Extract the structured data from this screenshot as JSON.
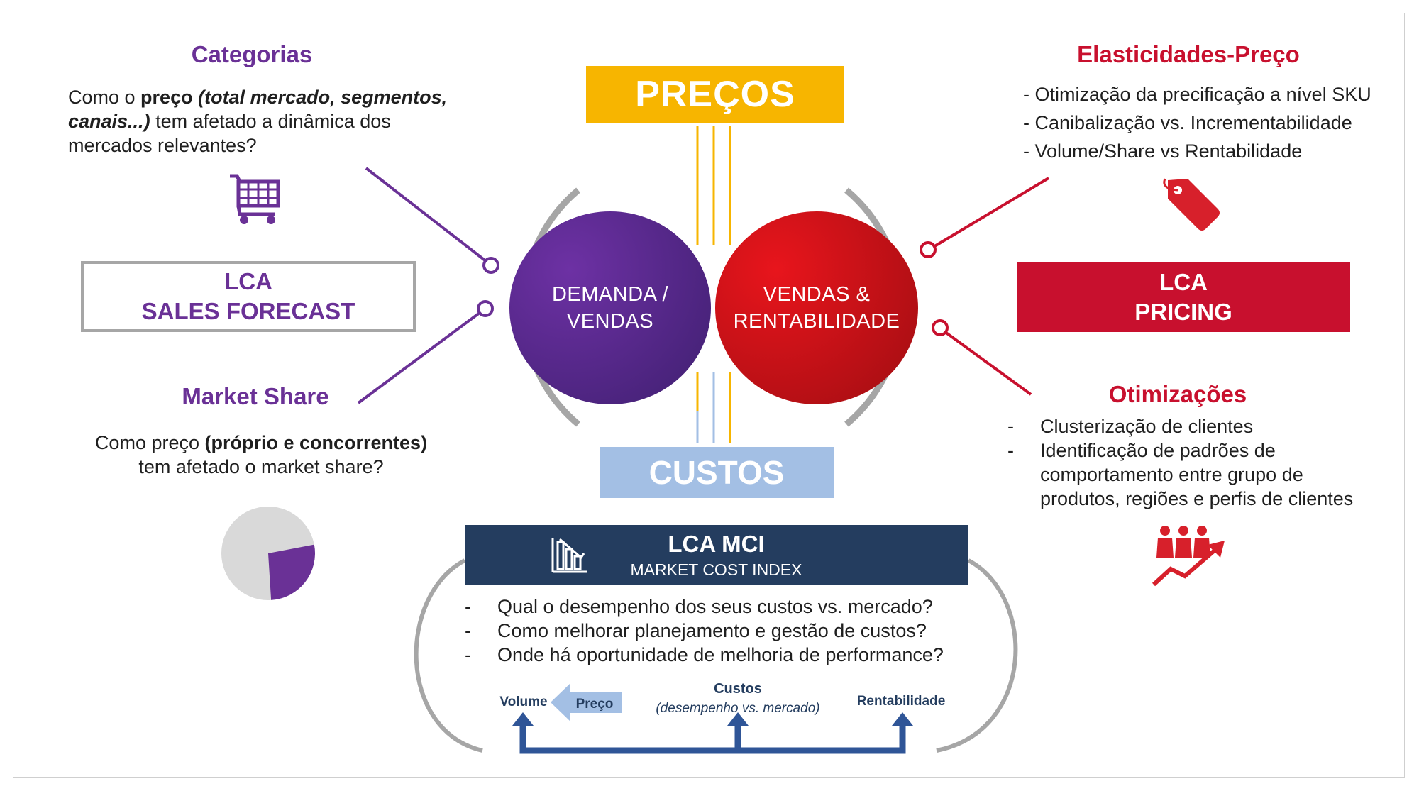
{
  "categorias": {
    "title": "Categorias",
    "text_pre": "Como o ",
    "text_bold": "preço",
    "text_italic": "(total mercado, segmentos, canais...)",
    "text_post": " tem afetado a dinâmica dos mercados relevantes?"
  },
  "sales_forecast": {
    "line1": "LCA",
    "line2": "SALES FORECAST"
  },
  "market_share": {
    "title": "Market Share",
    "text_pre": "Como preço ",
    "text_bold": "(próprio e concorrentes)",
    "text_post": "tem afetado o market share?",
    "pie_fraction": 0.27
  },
  "precos": {
    "label": "PREÇOS"
  },
  "custos": {
    "label": "CUSTOS"
  },
  "demanda": {
    "line1": "DEMANDA  /",
    "line2": "VENDAS"
  },
  "vendas": {
    "line1": "VENDAS  &",
    "line2": "RENTABILIDADE"
  },
  "elasticidades": {
    "title": "Elasticidades-Preço",
    "items": [
      "- Otimização da precificação a nível SKU",
      "- Canibalização vs. Incrementabilidade",
      "- Volume/Share vs Rentabilidade"
    ]
  },
  "pricing": {
    "line1": "LCA",
    "line2": "PRICING"
  },
  "otimizacoes": {
    "title": "Otimizações",
    "items": [
      "Clusterização de clientes",
      "Identificação de padrões de comportamento entre grupo de produtos, regiões e perfis de clientes"
    ]
  },
  "mci": {
    "title": "LCA MCI",
    "subtitle": "MARKET COST INDEX",
    "items": [
      "Qual o desempenho dos seus custos vs. mercado?",
      "Como melhorar planejamento e gestão de custos?",
      "Onde há oportunidade de melhoria de performance?"
    ]
  },
  "flow": {
    "volume": "Volume",
    "preco": "Preço",
    "custos": "Custos",
    "custos_sub": "(desempenho vs. mercado)",
    "rentabilidade": "Rentabilidade"
  },
  "colors": {
    "purple": "#6a3196",
    "red": "#c8102e",
    "yellow": "#f7b500",
    "light_blue": "#a3bfe4",
    "navy": "#243d5f",
    "flow_blue": "#2f5597",
    "gray": "#a6a6a6"
  }
}
